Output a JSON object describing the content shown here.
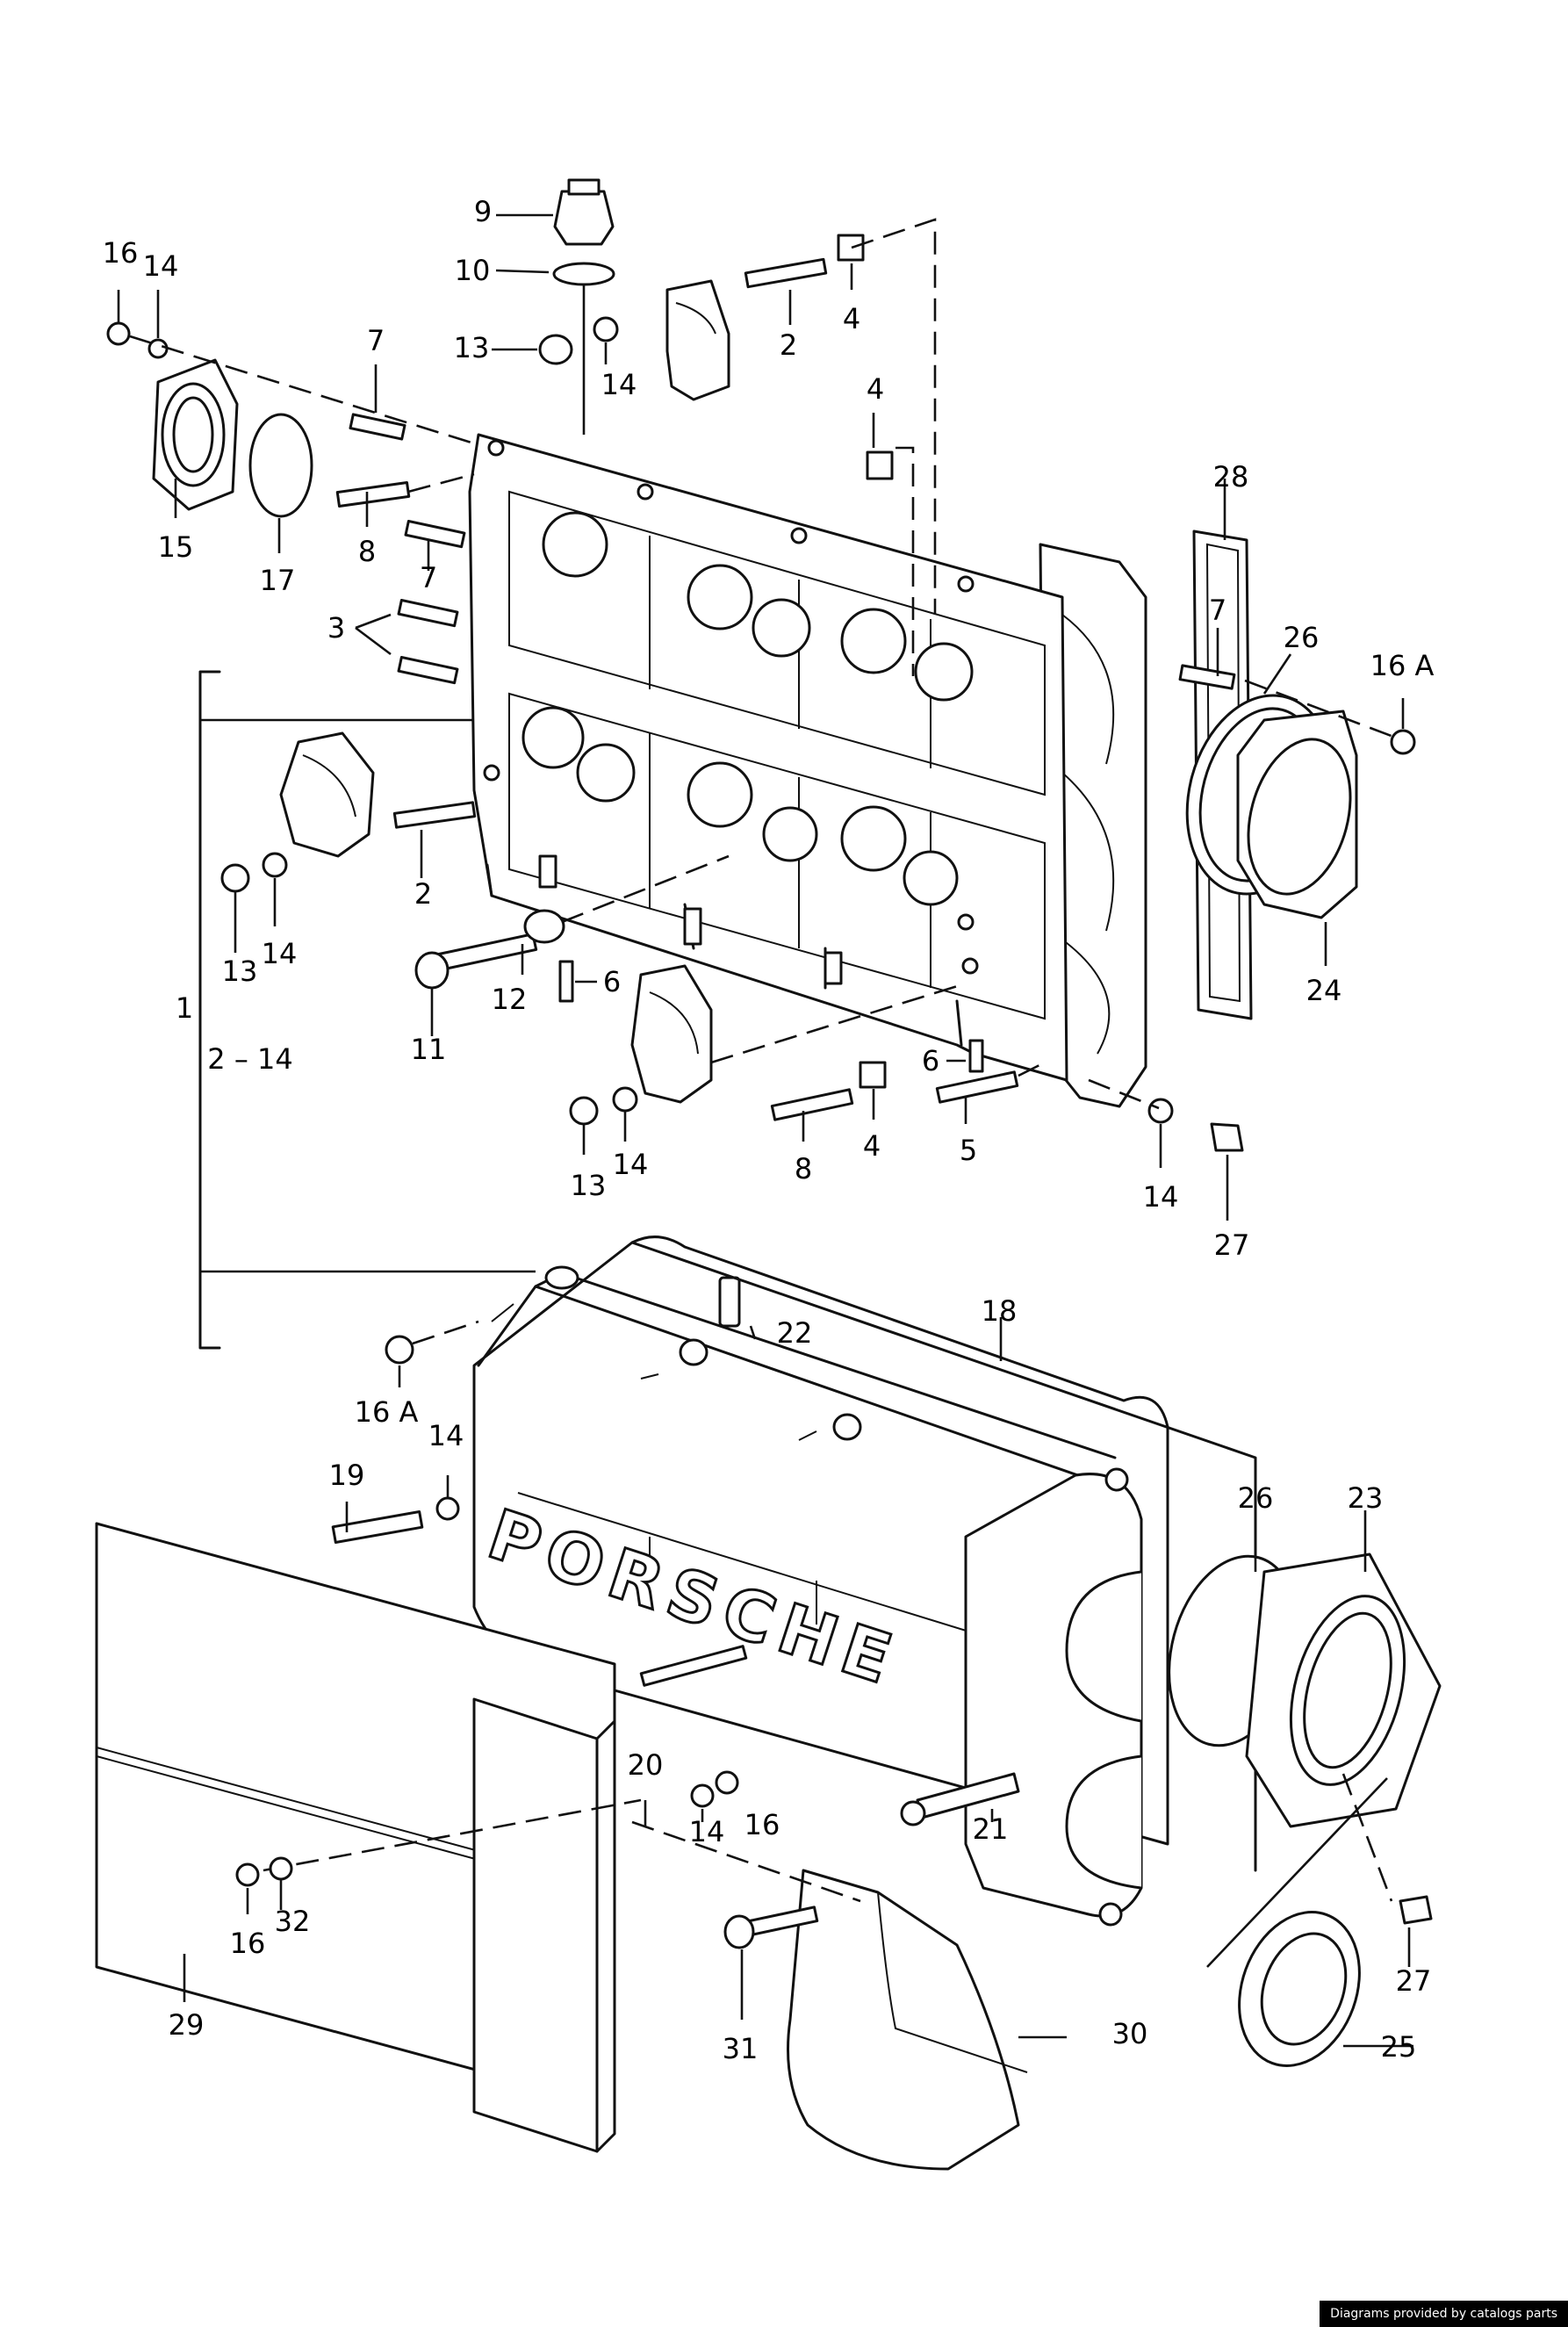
{
  "labels": {
    "p1": "1",
    "p2a": "2",
    "p2b": "2",
    "p2_14": "2 – 14",
    "p3": "3",
    "p4a": "4",
    "p4b": "4",
    "p4c": "4",
    "p5": "5",
    "p6a": "6",
    "p6b": "6",
    "p7a": "7",
    "p7b": "7",
    "p7c": "7",
    "p8a": "8",
    "p8b": "8",
    "p9": "9",
    "p10": "10",
    "p11": "11",
    "p12": "12",
    "p13a": "13",
    "p13b": "13",
    "p13c": "13",
    "p14a": "14",
    "p14b": "14",
    "p14c": "14",
    "p14d": "14",
    "p14e": "14",
    "p14f": "14",
    "p14g": "14",
    "p15": "15",
    "p16a": "16",
    "p16b": "16",
    "p16c": "16",
    "p16Aa": "16 A",
    "p16Ab": "16 A",
    "p17": "17",
    "p18": "18",
    "p19": "19",
    "p20": "20",
    "p21": "21",
    "p22": "22",
    "p23": "23",
    "p24": "24",
    "p25": "25",
    "p26a": "26",
    "p26b": "26",
    "p27a": "27",
    "p27b": "27",
    "p28": "28",
    "p29": "29",
    "p30": "30",
    "p31": "31",
    "p32": "32"
  },
  "cover_lettering": "PORSCHE",
  "credit": "Diagrams provided by catalogs parts"
}
